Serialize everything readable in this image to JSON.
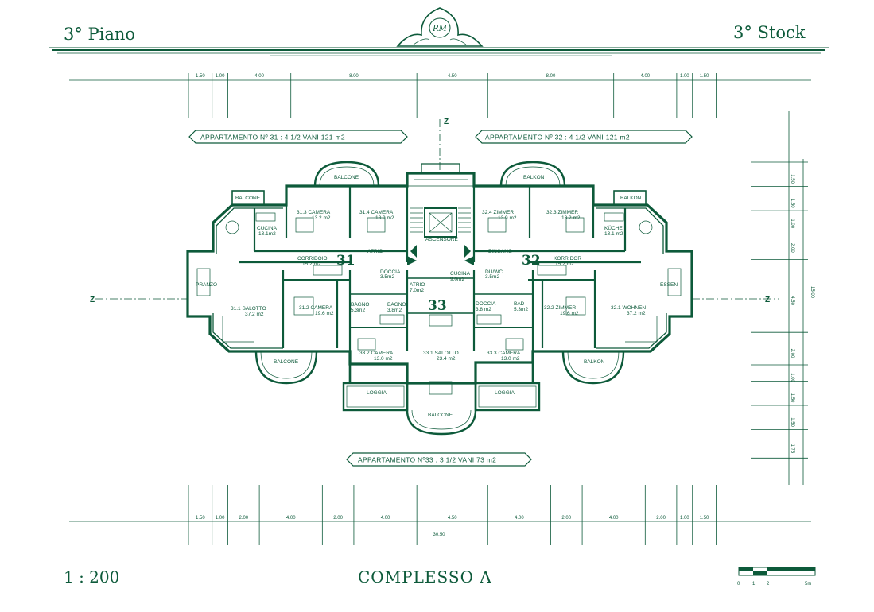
{
  "header": {
    "left_title": "3° Piano",
    "right_title": "3° Stock",
    "monogram": "RM"
  },
  "apartments": {
    "a31": "APPARTAMENTO Nº 31 :    4 1/2 VANI  121 m2",
    "a32": "APPARTAMENTO Nº 32 :    4 1/2 VANI  121 m2",
    "a33": "APPARTAMENTO Nº33 :   3 1/2 VANI 73 m2"
  },
  "unit_numbers": {
    "u31": "31",
    "u32": "32",
    "u33": "33"
  },
  "north_marks": {
    "n": "Z",
    "w": "Z",
    "e": "Z"
  },
  "rooms": {
    "balcone_top_left": "BALCONE",
    "balkon_top_right": "BALKON",
    "balcone_side_left": "BALCONE",
    "balkon_side_right": "BALKON",
    "r313_name": "31.3  CAMERA",
    "r313_area": "13.2 m2",
    "r314_name": "31.4  CAMERA",
    "r314_area": "13.9 m2",
    "r324_name": "32.4  ZIMMER",
    "r324_area": "13.9 m2",
    "r323_name": "32.3  ZIMMER",
    "r323_area": "13.2 m2",
    "cucina_left": "CUCINA",
    "cucina_left_area": "13.1m2",
    "kuche": "KÜCHE",
    "kuche_area": "13.1 m2",
    "ascensore": "ASCENSORE",
    "atrio": "ATRIO",
    "eingang": "EINGANG",
    "corridoio": "CORRIDOIO",
    "corridoio_area": "15.2 m2",
    "korridor": "KORRIDOR",
    "korridor_area": "15.2 m2",
    "pranzo": "PRANZO",
    "essen": "ESSEN",
    "doccia": "DOCCIA",
    "doccia_area": "3.5m2",
    "cucina_mid": "CUCINA",
    "cucina_mid_area": "9.0m2",
    "du_wc": "DU/WC",
    "du_wc_area": "3.5m2",
    "atrio_mid": "ATRIO",
    "atrio_mid_area": "7.0m2",
    "r311_name": "31.1  SALOTTO",
    "r311_area": "37.2 m2",
    "r312_name": "31.2  CAMERA",
    "r312_area": "19.6 m2",
    "bagno1": "BAGNO",
    "bagno1_area": "5.3m2",
    "bagno2": "BAGNO",
    "bagno2_area": "3.8m2",
    "doccia2": "DOCCIA",
    "doccia2_area": "3.8 m2",
    "bad": "BAD",
    "bad_area": "5.3m2",
    "r322_name": "32.2  ZIMMER",
    "r322_area": "19.6 m2",
    "r321_name": "32.1 WOHNEN",
    "r321_area": "37.2 m2",
    "r332_name": "33.2  CAMERA",
    "r332_area": "13.0 m2",
    "r331_name": "33.1 SALOTTO",
    "r331_area": "23.4 m2",
    "r333_name": "33.3  CAMERA",
    "r333_area": "13.0 m2",
    "loggia_left": "LOGGIA",
    "loggia_right": "LOGGIA",
    "balcone_bottom": "BALCONE"
  },
  "dims_top": [
    "1.50",
    "1.00",
    "4.00",
    "8.00",
    "4.50",
    "8.00",
    "4.00",
    "1.00",
    "1.50"
  ],
  "dims_bottom": [
    "1.50",
    "1.00",
    "2.00",
    "4.00",
    "2.00",
    "4.00",
    "4.50",
    "4.00",
    "2.00",
    "4.00",
    "2.00",
    "1.00",
    "1.50"
  ],
  "dim_total": "30.50",
  "dims_right": [
    "1.50",
    "1.50",
    "1.00",
    "2.00",
    "4.50",
    "2.00",
    "1.00",
    "1.50",
    "1.50",
    "1.75"
  ],
  "dim_depth": "15.00",
  "footer": {
    "scale": "1 : 200",
    "complex": "COMPLESSO A",
    "scalebar_ticks": [
      "0",
      "1",
      "2",
      "5m"
    ]
  }
}
